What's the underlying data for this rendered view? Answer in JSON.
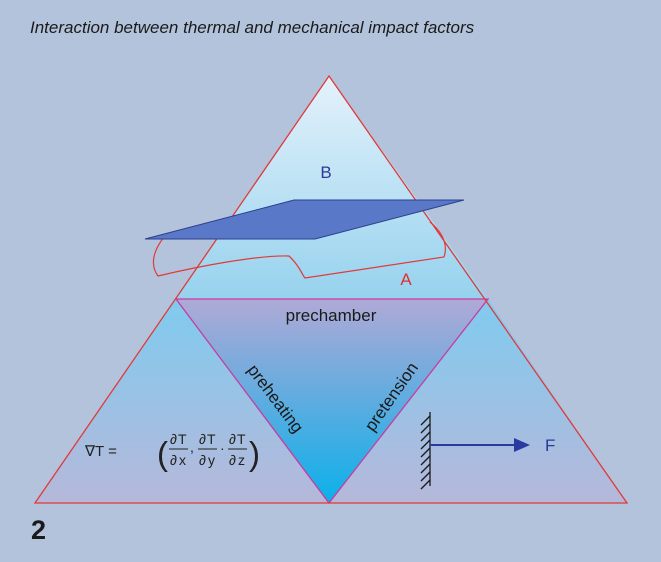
{
  "caption": "Interaction between thermal and mechanical impact factors",
  "figure_number": "2",
  "labels": {
    "B": "B",
    "A": "A",
    "prechamber": "prechamber",
    "preheating": "preheating",
    "pretension": "pretension",
    "F": "F"
  },
  "formula": {
    "lhs": "∇T =",
    "d": "∂",
    "T": "T",
    "x": "x",
    "y": "y",
    "z": "z",
    "comma": ",",
    "dot": "·"
  },
  "colors": {
    "background": "#b3c3dc",
    "outline_red": "#e03a3a",
    "inner_outline": "#c83ca0",
    "plane_blue": "#5a78c8",
    "label_blue": "#2a3a9a",
    "arrow_blue": "#2a3aa0",
    "label_red": "#e03030"
  }
}
